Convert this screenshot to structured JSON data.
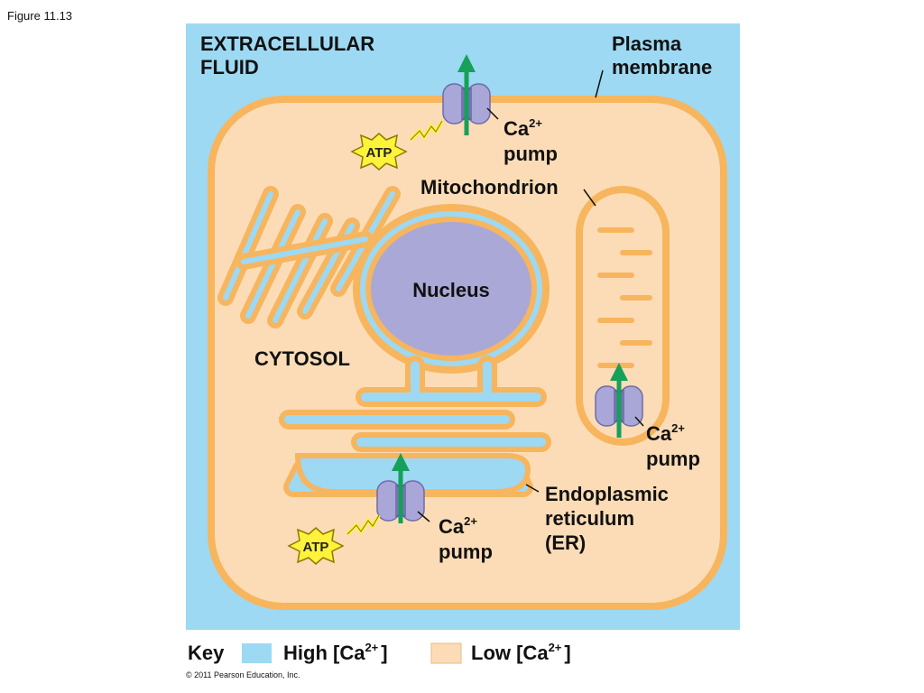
{
  "figure_label": "Figure 11.13",
  "labels": {
    "extracellular_1": "EXTRACELLULAR",
    "extracellular_2": "FLUID",
    "plasma_1": "Plasma",
    "plasma_2": "membrane",
    "mitochondrion": "Mitochondrion",
    "nucleus": "Nucleus",
    "cytosol": "CYTOSOL",
    "er_1": "Endoplasmic",
    "er_2": "reticulum",
    "er_3": "(ER)"
  },
  "pumps": {
    "ca": "Ca",
    "charge": "2+",
    "pump": "pump"
  },
  "atp": "ATP",
  "key": {
    "title": "Key",
    "high_prefix": "High [Ca",
    "low_prefix": "Low [Ca",
    "charge": "2+",
    "bracket": "]"
  },
  "copyright": "© 2011 Pearson Education, Inc.",
  "colors": {
    "high_ca": "#9dd9f3",
    "low_ca": "#fcdcb6",
    "membrane": "#f7b55e",
    "nucleus": "#aaa8d6",
    "pump": "#a9a6d8",
    "arrow": "#16a05a",
    "atp_star": "#fff23a"
  }
}
